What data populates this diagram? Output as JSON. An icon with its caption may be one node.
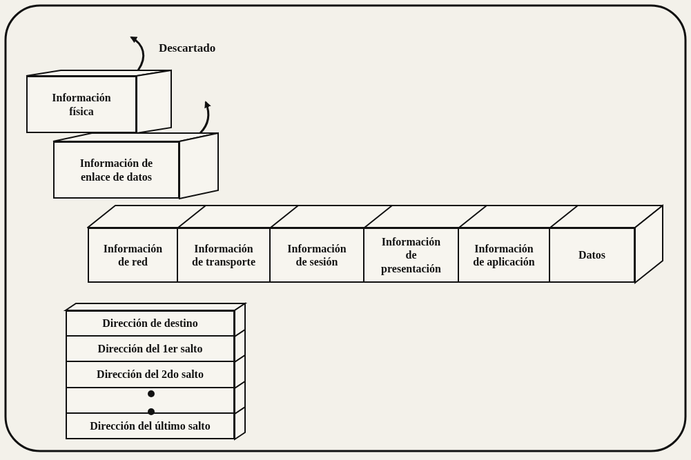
{
  "diagram": {
    "nodes": [
      {
        "text": [
          "Información física"
        ]
      },
      {
        "text": [
          "Información de enlace de datos"
        ]
      },
      {
        "text": [
          "Información de red"
        ]
      },
      {
        "text": [
          "Información de transporte"
        ]
      },
      {
        "text": [
          "Información de sesión"
        ]
      },
      {
        "text": [
          "Información de presentación"
        ]
      },
      {
        "text": [
          "Información de aplicación"
        ]
      },
      {
        "text": [
          "Datos"
        ]
      },
      {
        "text": [
          "Dirección de destino"
        ]
      },
      {
        "text": [
          "Dirección del 1er salto"
        ]
      },
      {
        "text": [
          "Dirección del 2do salto"
        ]
      },
      {
        "text": [],
        "shape": "box"
      },
      {
        "text": [
          "Dirección del último salto"
        ]
      }
    ],
    "edges": [
      {
        "from": 0,
        "to": null,
        "arrow": "to",
        "label": "Descartado"
      },
      {
        "from": 1,
        "to": null,
        "arrow": "to"
      }
    ]
  }
}
